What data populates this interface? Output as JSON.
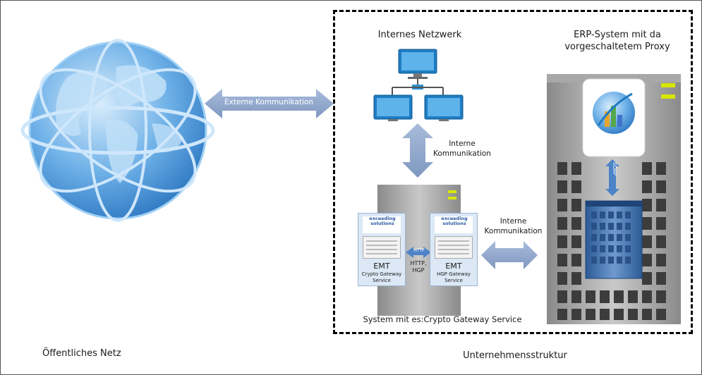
{
  "labels": {
    "public_net": "Öffentliches Netz",
    "company_structure": "Unternehmensstruktur",
    "internal_network": "Internes Netzwerk",
    "erp_line1": "ERP-System mit da",
    "erp_line2": "vorgeschaltetem Proxy",
    "external_comm": "Externe Kommunikation",
    "internal_comm_top_1": "Interne",
    "internal_comm_top_2": "Kommunikation",
    "internal_comm_right_1": "Interne",
    "internal_comm_right_2": "Kommunikation",
    "system_caption": "System mit es:Crypto Gateway Service",
    "soap": "SOAP",
    "http_badge": "HTTP",
    "http_hgp_1": "HTTP,",
    "http_hgp_2": "HGP"
  },
  "cards": [
    {
      "logo_top": "exceeding",
      "logo_bottom": "solutions",
      "title": "EMT",
      "sub1": "Crypto Gateway",
      "sub2": "Service"
    },
    {
      "logo_top": "exceeding",
      "logo_bottom": "solutions",
      "title": "EMT",
      "sub1": "HGP Gateway",
      "sub2": "Service"
    }
  ],
  "icons": [
    "globe-icon",
    "network-computers-icon",
    "server-tower-icon",
    "proxy-server-icon",
    "erp-app-icon"
  ],
  "colors": {
    "arrow": "#8ea4c8",
    "globe": "#3f8fd6",
    "monitor": "#2f8fd0",
    "server_gray": "#9a9a9a",
    "server_blue": "#3a6aa6"
  }
}
